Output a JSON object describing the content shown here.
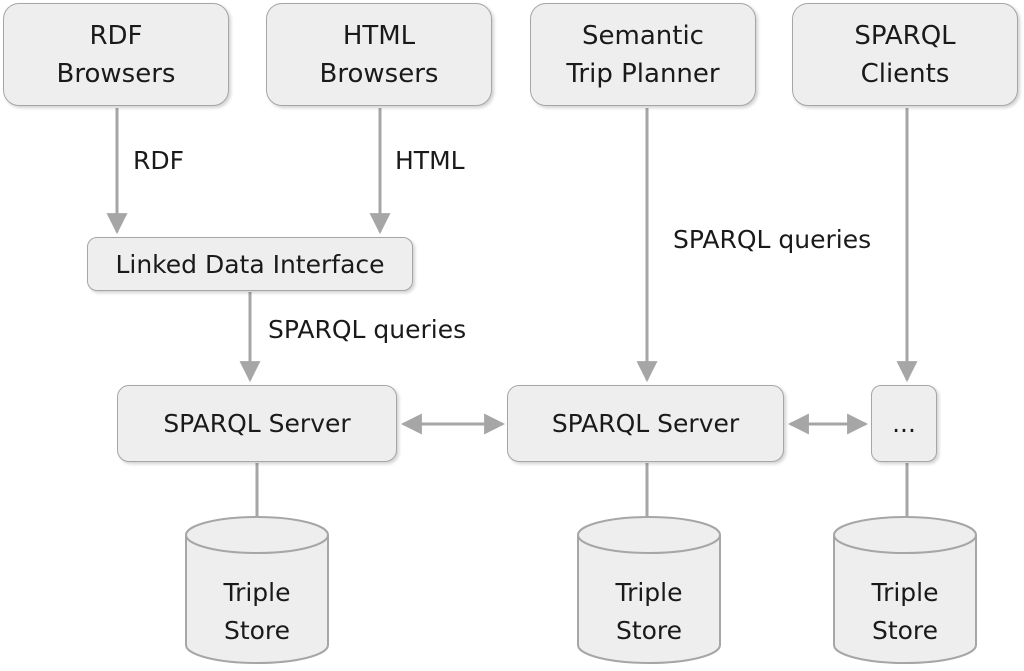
{
  "clients": {
    "rdf_browsers": [
      "RDF",
      "Browsers"
    ],
    "html_browsers": [
      "HTML",
      "Browsers"
    ],
    "trip_planner": [
      "Semantic",
      "Trip Planner"
    ],
    "sparql_clients": [
      "SPARQL",
      "Clients"
    ]
  },
  "edge_labels": {
    "rdf": "RDF",
    "html": "HTML",
    "sparql_queries_right": "SPARQL queries",
    "sparql_queries_left": "SPARQL queries"
  },
  "interface": "Linked Data Interface",
  "servers": {
    "left": "SPARQL Server",
    "middle": "SPARQL Server",
    "more": "..."
  },
  "stores": [
    [
      "Triple",
      "Store"
    ],
    [
      "Triple",
      "Store"
    ],
    [
      "Triple",
      "Store"
    ]
  ],
  "colors": {
    "box_fill": "#eeeeee",
    "box_border": "#a6a6a6",
    "arrow": "#a6a6a6"
  }
}
